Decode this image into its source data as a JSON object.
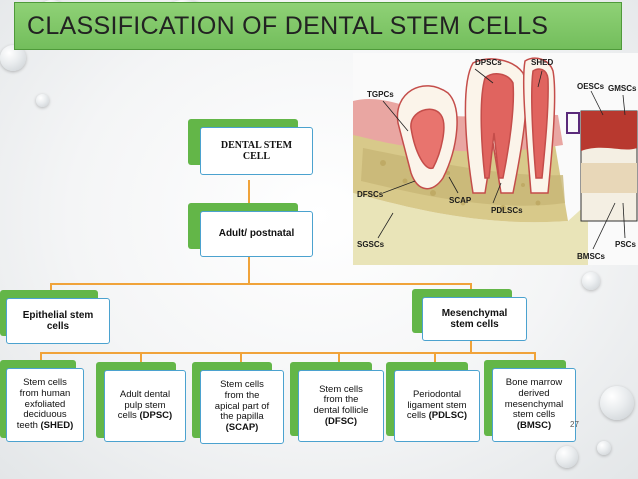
{
  "title": "CLASSIFICATION OF DENTAL STEM CELLS",
  "tree": {
    "root": "DENTAL STEM\nCELL",
    "level1": "Adult/ postnatal",
    "level2": [
      "Epithelial stem\ncells",
      "Mesenchymal\nstem cells"
    ],
    "leaves": [
      {
        "text": "Stem cells\nfrom human\nexfoliated\ndeciduous\nteeth ",
        "abbr": "(SHED)"
      },
      {
        "text": "Adult dental\npulp stem\ncells ",
        "abbr": "(DPSC)"
      },
      {
        "text": "Stem cells\nfrom the\napical part of\nthe papilla\n",
        "abbr": "(SCAP)"
      },
      {
        "text": "Stem cells\nfrom the\ndental follicle\n",
        "abbr": "(DFSC)"
      },
      {
        "text": "Periodontal\nligament stem\ncells ",
        "abbr": "(PDLSC)"
      },
      {
        "text": "Bone marrow\nderived\nmesenchymal\nstem cells\n",
        "abbr": "(BMSC)"
      }
    ]
  },
  "illustration_labels": {
    "dpscs": "DPSCs",
    "shed": "SHED",
    "oescs": "OESCs",
    "gmscs": "GMSCs",
    "tgpcs": "TGPCs",
    "dfscs": "DFSCs",
    "scap": "SCAP",
    "pdlscs": "PDLSCs",
    "sgscs": "SGSCs",
    "bmscs": "BMSCs",
    "pscs": "PSCs"
  },
  "page_number": "27",
  "colors": {
    "title_bg": "#7ec866",
    "box_shadow_green": "#63b648",
    "box_border_blue": "#4ba2cf",
    "connector_orange": "#f0a33a"
  }
}
